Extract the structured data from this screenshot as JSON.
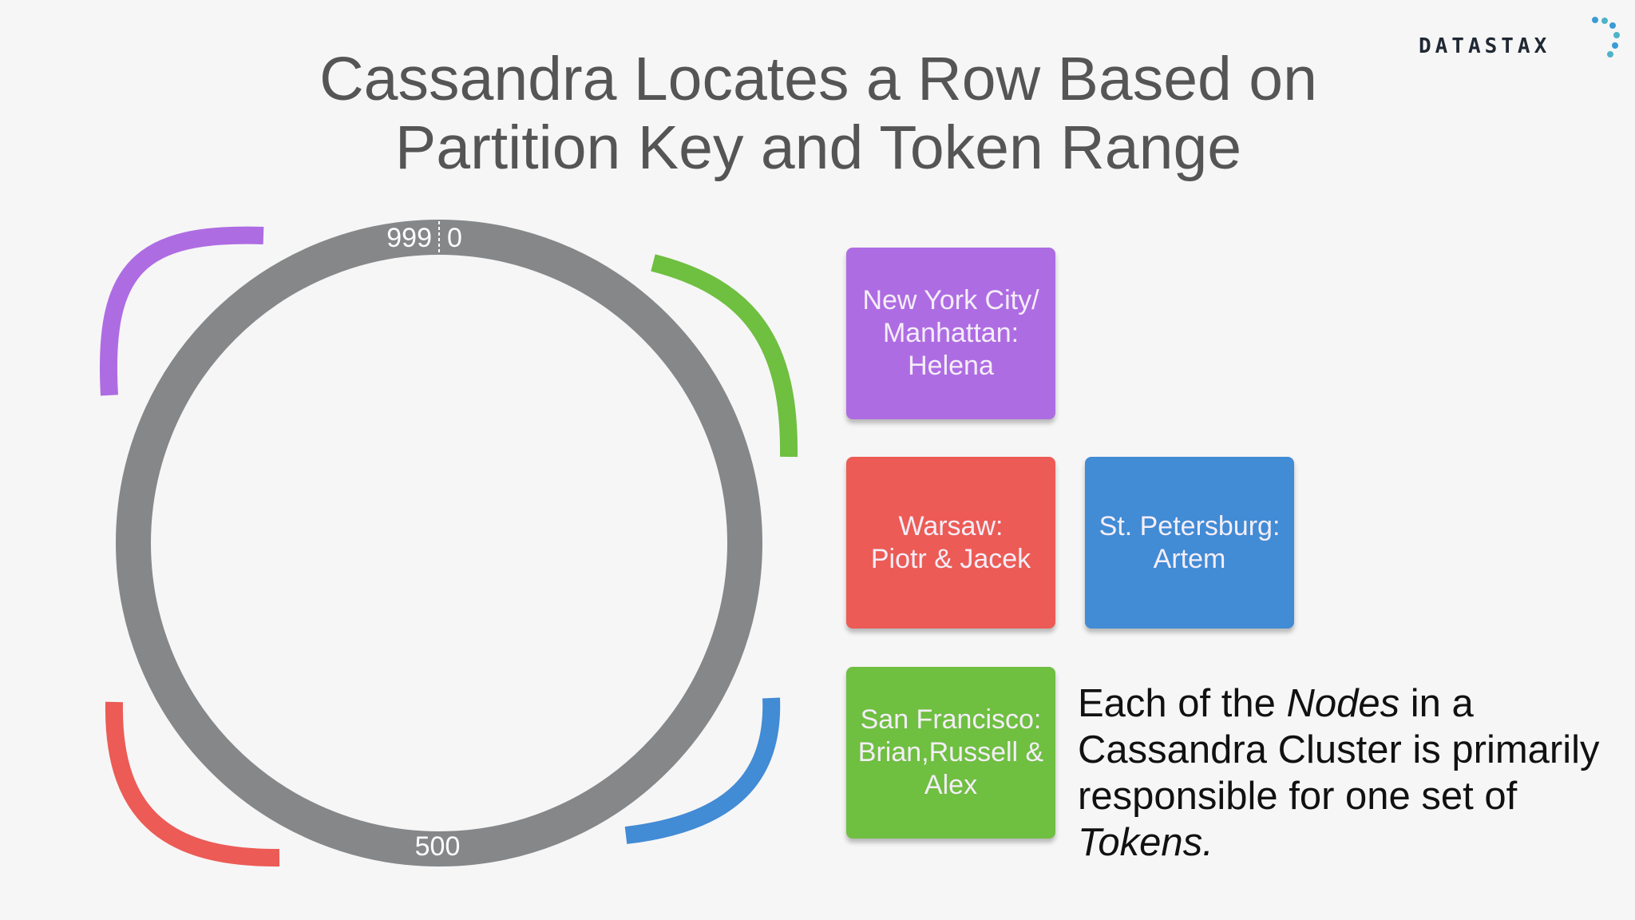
{
  "title": {
    "line1": "Cassandra Locates a Row Based on",
    "line2": "Partition Key and Token Range"
  },
  "logo": {
    "text": "DATASTAX"
  },
  "ring": {
    "label_top_left": "999",
    "label_top_right": "0",
    "label_bottom": "500",
    "ring_color": "#858789",
    "arcs": [
      {
        "name": "arc-new-york",
        "color": "#ae6ce3"
      },
      {
        "name": "arc-warsaw",
        "color": "#ec5b55"
      },
      {
        "name": "arc-st-petersburg",
        "color": "#428bd5"
      },
      {
        "name": "arc-san-francisco",
        "color": "#6fbf41"
      }
    ]
  },
  "nodes": [
    {
      "text": "New York City/\nManhattan:\nHelena",
      "color": "#ae6ce3"
    },
    {
      "text": "Warsaw:\nPiotr & Jacek",
      "color": "#ec5b55"
    },
    {
      "text": "St. Petersburg:\nArtem",
      "color": "#428bd5"
    },
    {
      "text": "San Francisco:\nBrian,Russell &\nAlex",
      "color": "#6fbf41"
    }
  ],
  "caption": {
    "part1": "Each of the ",
    "nodes_word": "Nodes",
    "part2": " in a Cassandra Cluster is primarily responsible for one set of ",
    "tokens_word": "Tokens."
  }
}
